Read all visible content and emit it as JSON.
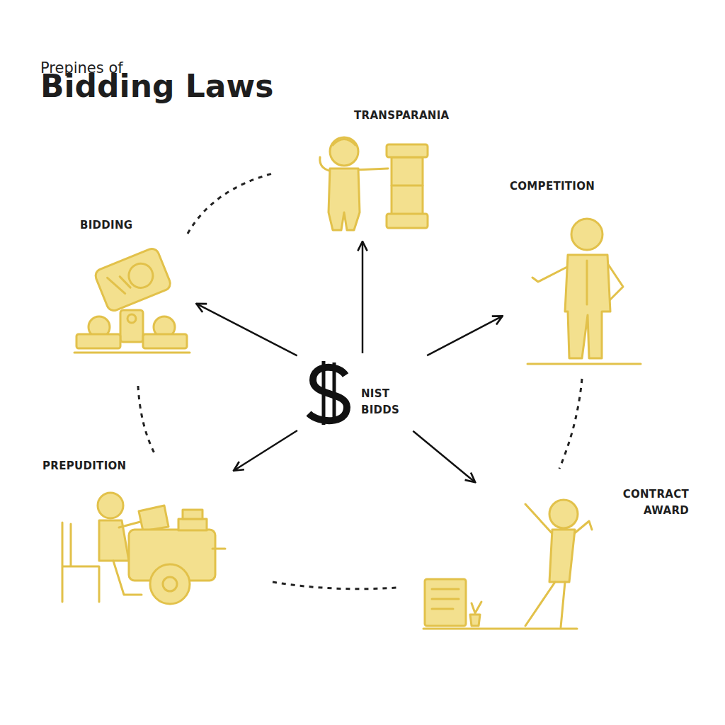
{
  "diagram": {
    "title": "Bidding Laws",
    "nodes": [
      {
        "text": [
          "TRANSPARANIA"
        ]
      },
      {
        "text": [
          "COMPETITION"
        ]
      },
      {
        "text": [
          "BIDDING"
        ]
      },
      {
        "text": [
          "NIST BIDDS"
        ]
      },
      {
        "text": [
          "PREPUDITION"
        ]
      },
      {
        "text": [
          "CONTRACT AWARD"
        ]
      }
    ],
    "edges": [
      {
        "from": 3,
        "to": 0,
        "arrow": "to"
      },
      {
        "from": 3,
        "to": 1,
        "arrow": "to"
      },
      {
        "from": 3,
        "to": 2,
        "arrow": "to"
      },
      {
        "from": 3,
        "to": 4,
        "arrow": "to"
      },
      {
        "from": 3,
        "to": 5,
        "arrow": "to"
      }
    ],
    "labels": [
      "Prepines of"
    ]
  }
}
